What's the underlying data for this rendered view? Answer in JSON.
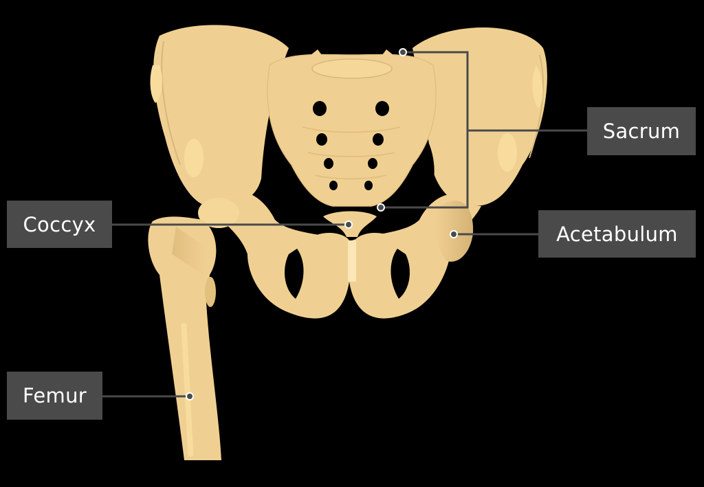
{
  "diagram": {
    "subject": "Pelvis and femur, anterior view",
    "colors": {
      "background": "#000000",
      "bone": "#f0d092",
      "bone_light": "#f8dc9e",
      "bone_shadow": "#d8b87a",
      "label_bg": "#4a4a4a",
      "label_text": "#ffffff",
      "leader_line": "#4a4a4a",
      "pin_fill": "#4a4a4a",
      "pin_ring": "#ffffff"
    },
    "labels": [
      {
        "id": "sacrum",
        "text": "Sacrum",
        "side": "right"
      },
      {
        "id": "coccyx",
        "text": "Coccyx",
        "side": "left"
      },
      {
        "id": "acetabulum",
        "text": "Acetabulum",
        "side": "right"
      },
      {
        "id": "femur",
        "text": "Femur",
        "side": "left"
      }
    ]
  }
}
